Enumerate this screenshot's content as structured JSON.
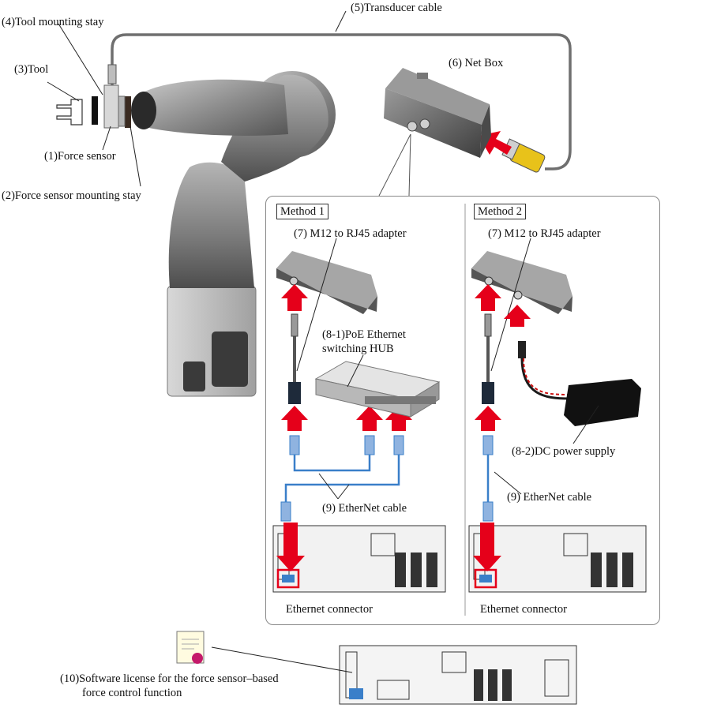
{
  "labels": {
    "tool_mounting_stay": "(4)Tool mounting stay",
    "transducer_cable": "(5)Transducer cable",
    "tool": "(3)Tool",
    "net_box": "(6)  Net Box",
    "force_sensor": "(1)Force sensor",
    "force_sensor_mounting_stay": "(2)Force sensor mounting stay",
    "software_license_line1": "(10)Software license for the force sensor–based",
    "software_license_line2": "force control function"
  },
  "method1": {
    "title": "Method 1",
    "adapter": "(7) M12 to RJ45 adapter",
    "hub_line1": "(8-1)PoE Ethernet",
    "hub_line2": "switching HUB",
    "cable": "(9) EtherNet cable",
    "connector": "Ethernet connector"
  },
  "method2": {
    "title": "Method 2",
    "adapter": "(7) M12 to RJ45 adapter",
    "power": "(8-2)DC power supply",
    "cable": "(9) EtherNet cable",
    "connector": "Ethernet connector"
  },
  "colors": {
    "arrow_red": "#e5001a",
    "cable_blue": "#3a7fc9",
    "robot_gray": "#8a8a8a"
  }
}
